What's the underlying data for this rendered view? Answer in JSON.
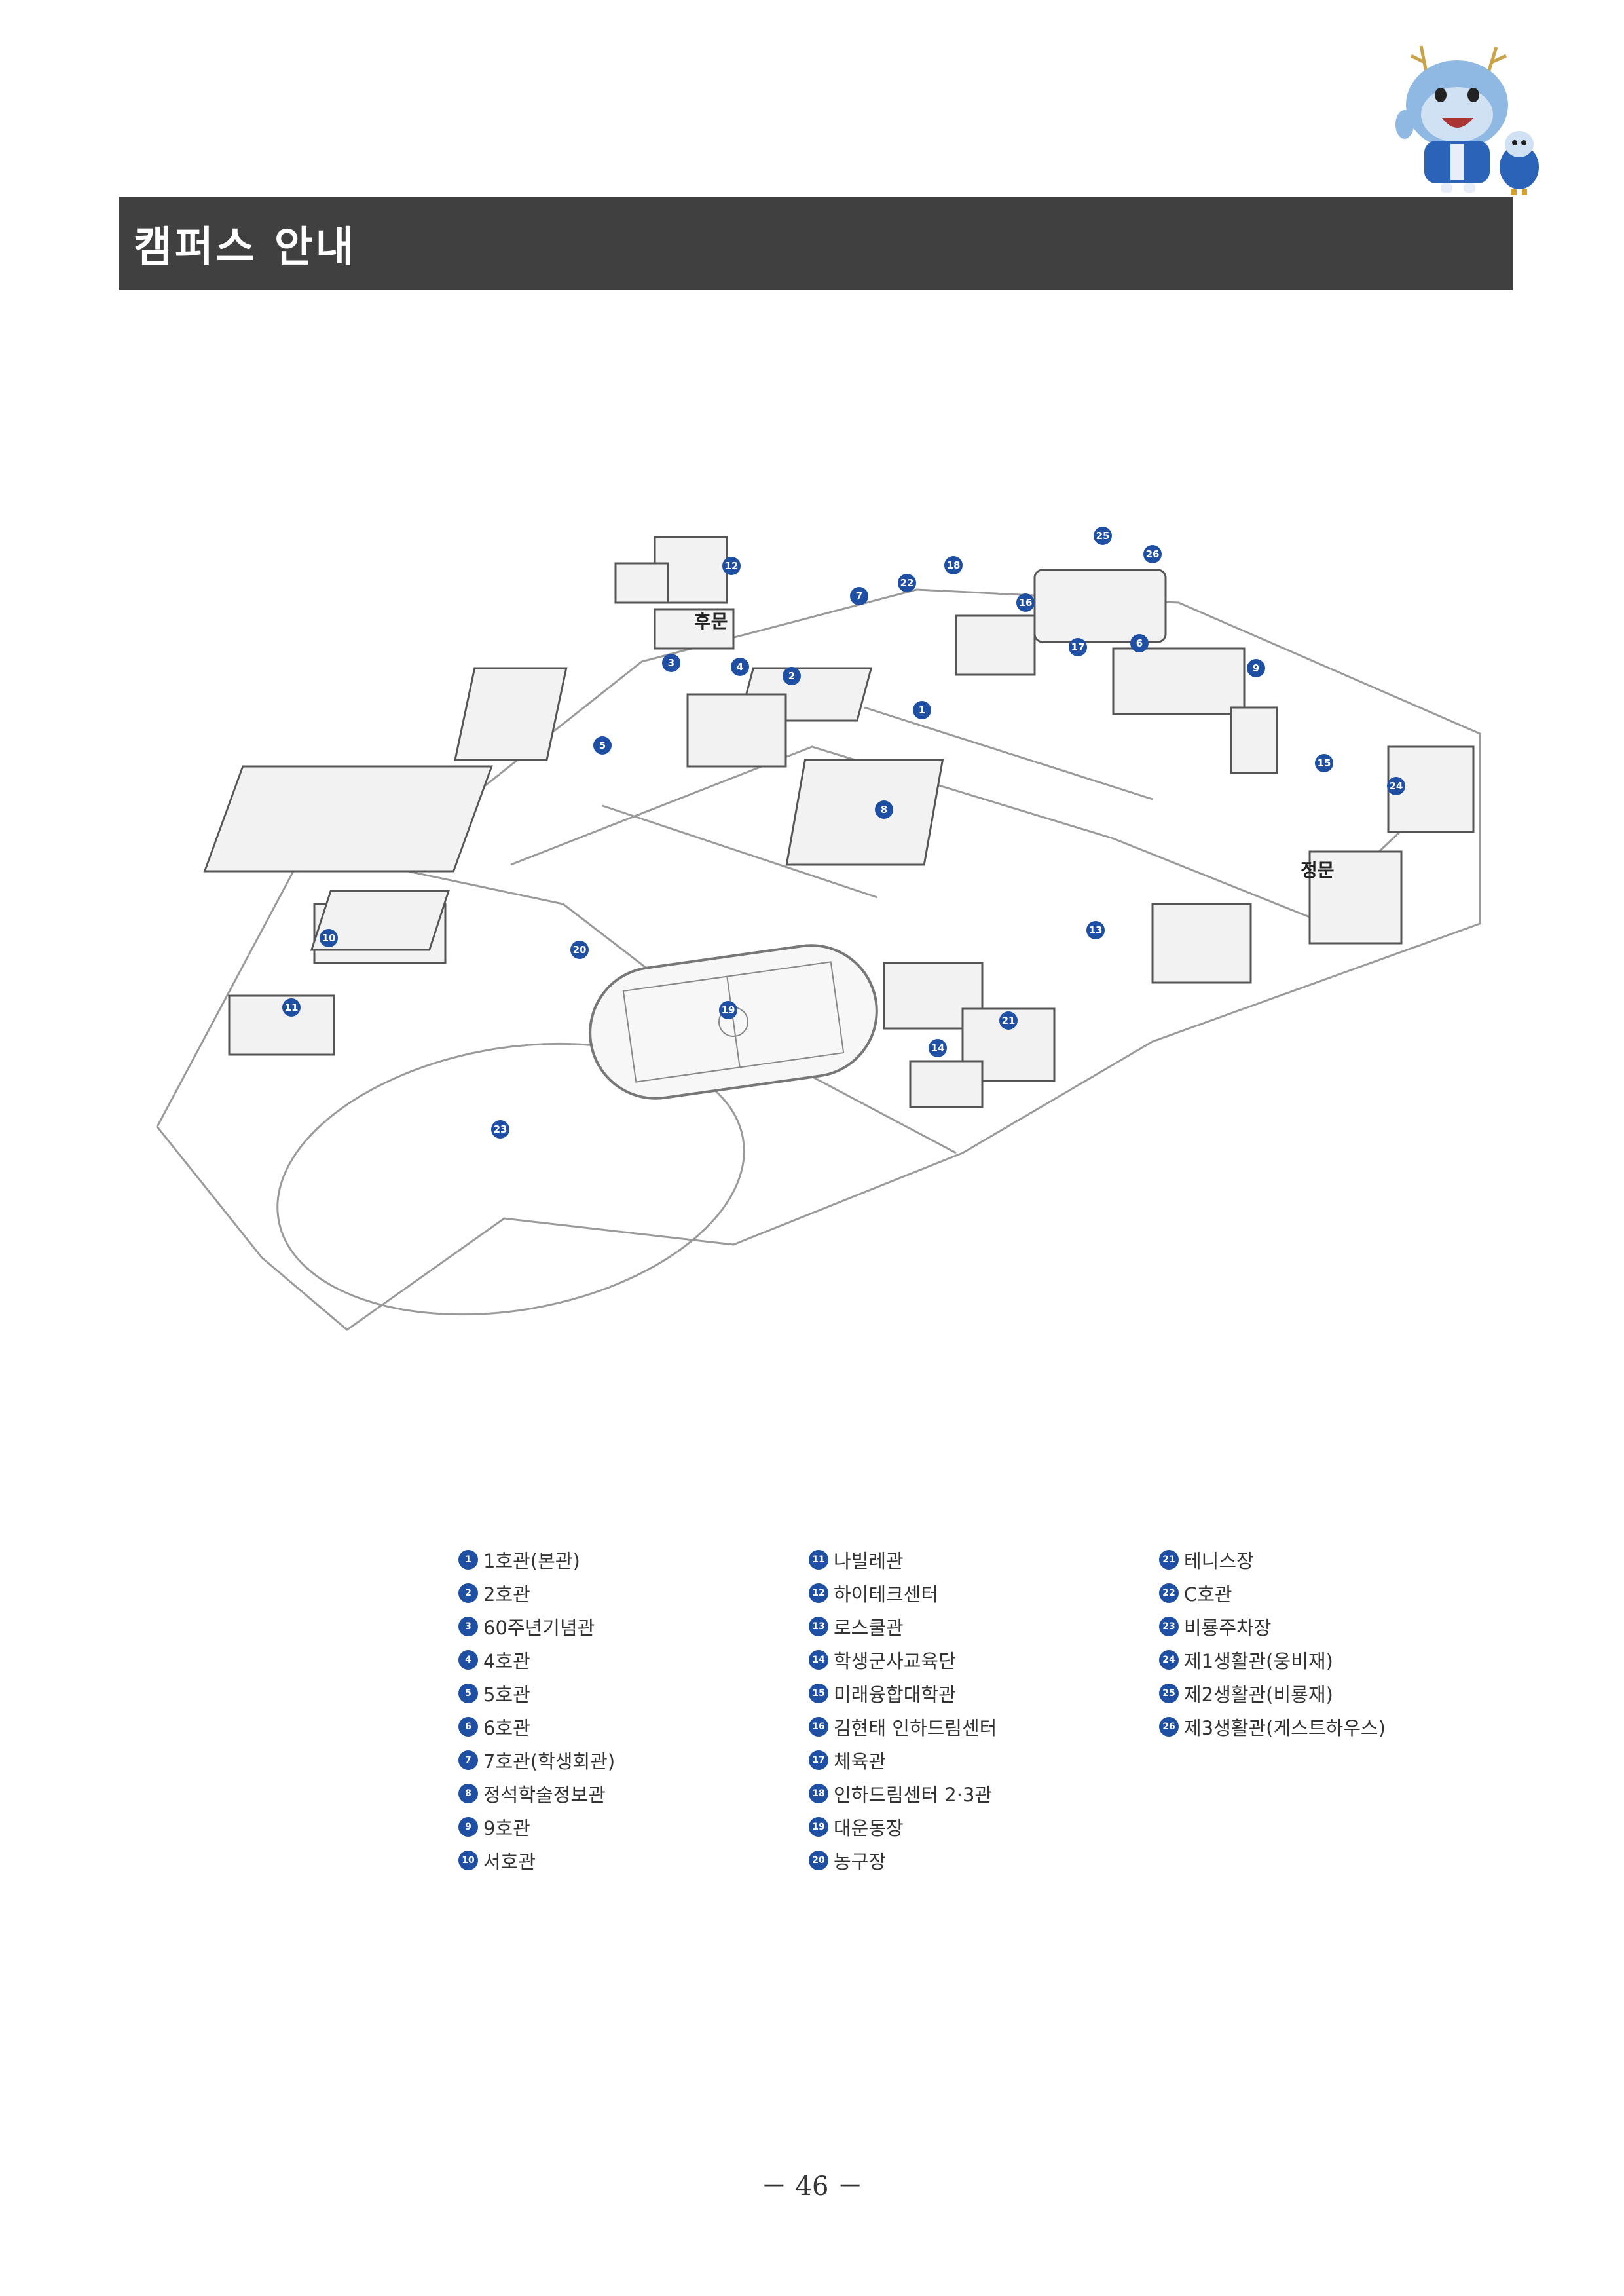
{
  "header": {
    "title": "캠퍼스 안내"
  },
  "map": {
    "gates": {
      "back_gate": "후문",
      "main_gate": "정문"
    },
    "marker_color": "#1f4fa3",
    "pin_numbers": [
      "1",
      "2",
      "3",
      "4",
      "5",
      "6",
      "7",
      "8",
      "9",
      "10",
      "11",
      "12",
      "13",
      "14",
      "15",
      "16",
      "17",
      "18",
      "19",
      "20",
      "21",
      "22",
      "23",
      "24",
      "25",
      "26"
    ]
  },
  "legend": {
    "col1": [
      {
        "num": "1",
        "label": "1호관(본관)"
      },
      {
        "num": "2",
        "label": "2호관"
      },
      {
        "num": "3",
        "label": "60주년기념관"
      },
      {
        "num": "4",
        "label": "4호관"
      },
      {
        "num": "5",
        "label": "5호관"
      },
      {
        "num": "6",
        "label": "6호관"
      },
      {
        "num": "7",
        "label": "7호관(학생회관)"
      },
      {
        "num": "8",
        "label": "정석학술정보관"
      },
      {
        "num": "9",
        "label": "9호관"
      },
      {
        "num": "10",
        "label": "서호관"
      }
    ],
    "col2": [
      {
        "num": "11",
        "label": "나빌레관"
      },
      {
        "num": "12",
        "label": "하이테크센터"
      },
      {
        "num": "13",
        "label": "로스쿨관"
      },
      {
        "num": "14",
        "label": "학생군사교육단"
      },
      {
        "num": "15",
        "label": "미래융합대학관"
      },
      {
        "num": "16",
        "label": "김현태 인하드림센터"
      },
      {
        "num": "17",
        "label": "체육관"
      },
      {
        "num": "18",
        "label": "인하드림센터 2·3관"
      },
      {
        "num": "19",
        "label": "대운동장"
      },
      {
        "num": "20",
        "label": "농구장"
      }
    ],
    "col3": [
      {
        "num": "21",
        "label": "테니스장"
      },
      {
        "num": "22",
        "label": "C호관"
      },
      {
        "num": "23",
        "label": "비룡주차장"
      },
      {
        "num": "24",
        "label": "제1생활관(웅비재)"
      },
      {
        "num": "25",
        "label": "제2생활관(비룡재)"
      },
      {
        "num": "26",
        "label": "제3생활관(게스트하우스)"
      }
    ]
  },
  "footer": {
    "page_number": "－ 46 －"
  }
}
